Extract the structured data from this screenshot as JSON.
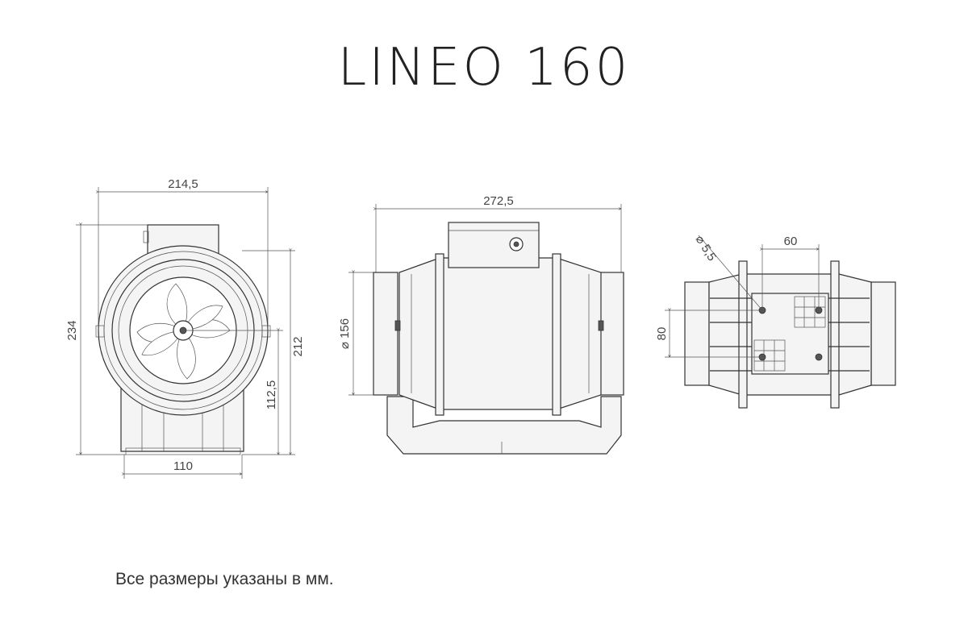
{
  "header": {
    "title": "LINEO 160"
  },
  "footer": {
    "note": "Все размеры указаны в мм."
  },
  "dimensions": {
    "front_width": "214,5",
    "front_height": "234",
    "front_height_inner": "212",
    "front_axis_height": "112,5",
    "front_base": "110",
    "side_length": "272,5",
    "side_diameter": "⌀ 156",
    "bottom_hole": "⌀ 5,5",
    "bottom_spacing_h": "60",
    "bottom_spacing_v": "80"
  }
}
